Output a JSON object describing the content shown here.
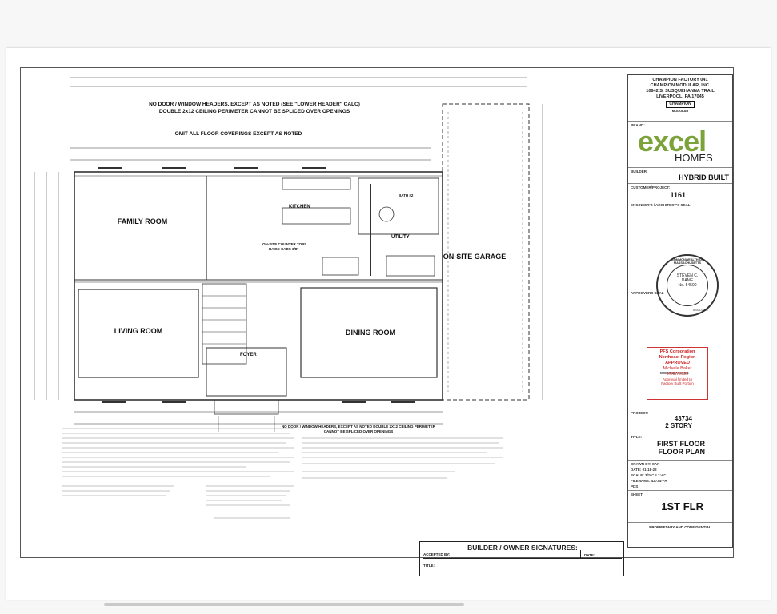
{
  "title_block": {
    "company_lines": [
      "CHAMPION FACTORY 041",
      "CHAMPION MODULAR, INC.",
      "10642 S. SUSQUEHANNA TRAIL",
      "LIVERPOOL, PA 17045"
    ],
    "champion_logo": "CHAMPION",
    "champion_sub": "MODULAR",
    "brand_label": "BRAND:",
    "brand_excel": "excel",
    "brand_homes": "HOMES",
    "builder_label": "BUILDER:",
    "builder": "HYBRID BUILT",
    "customer_label": "CUSTOMER/PROJECT:",
    "customer": "1161",
    "seal_label": "ENGINEER'S / ARCHITECT'S SEAL",
    "seal_ring": "COMMONWEALTH OF MASSACHUSETTS",
    "seal_name1": "STEVEN C.",
    "seal_name2": "DAME",
    "seal_no": "No. 54590",
    "seal_date": "07/07/2022",
    "approvers_label": "APPROVERS SEAL",
    "approval_lines": [
      "PFS Corporation",
      "Northeast Region",
      "APPROVED",
      "Michelle Baker",
      "07/07/2022",
      "Approval limited to",
      "Factory Built Portion"
    ],
    "modifications_label": "MODIFICATIONS",
    "project_label": "PROJECT:",
    "project_no": "43734",
    "project_type": "2 STORY",
    "title_label": "TITLE:",
    "title1": "FIRST FLOOR",
    "title2": "FLOOR PLAN",
    "drawn_by_label": "DRAWN BY: SAN",
    "date_label": "DATE: 01-18-22",
    "scale_label": "SCALE: 3/16\" = 1'-0\"",
    "filename_label": "FILENAME: 43734-FA",
    "pds_label": "PDS",
    "sheet_label": "SHEET:",
    "sheet": "1ST FLR",
    "proprietary": "PROPRIETARY AND CONFIDENTIAL"
  },
  "notes": {
    "top1": "NO DOOR / WINDOW HEADERS, EXCEPT AS NOTED (SEE \"LOWER HEADER\" CALC)",
    "top2": "DOUBLE 2x12 CEILING PERIMETER CANNOT BE SPLICED OVER OPENINGS",
    "top3": "OMIT ALL FLOOR COVERINGS EXCEPT AS NOTED",
    "bottom1": "NO DOOR / WINDOW HEADERS, EXCEPT AS NOTED DOUBLE 2X12 CEILING PERIMETER",
    "bottom2": "CANNOT BE SPLICED OVER OPENINGS",
    "counter": "ON-SITE COUNTER TOPS",
    "counter2": "RAISE CABS 3/8\""
  },
  "rooms": {
    "family": "FAMILY ROOM",
    "living": "LIVING ROOM",
    "dining": "DINING ROOM",
    "kitchen": "KITCHEN",
    "utility": "UTILITY",
    "foyer": "FOYER",
    "garage": "ON-SITE GARAGE",
    "bath": "BATH #2"
  },
  "signatures": {
    "title": "BUILDER / OWNER  SIGNATURES:",
    "accepted": "ACCEPTED BY:",
    "date": "DATE:",
    "title_field": "TITLE:"
  },
  "colors": {
    "excel_green": "#7ca33a",
    "line": "#333333",
    "approval_red": "#cc2222"
  }
}
